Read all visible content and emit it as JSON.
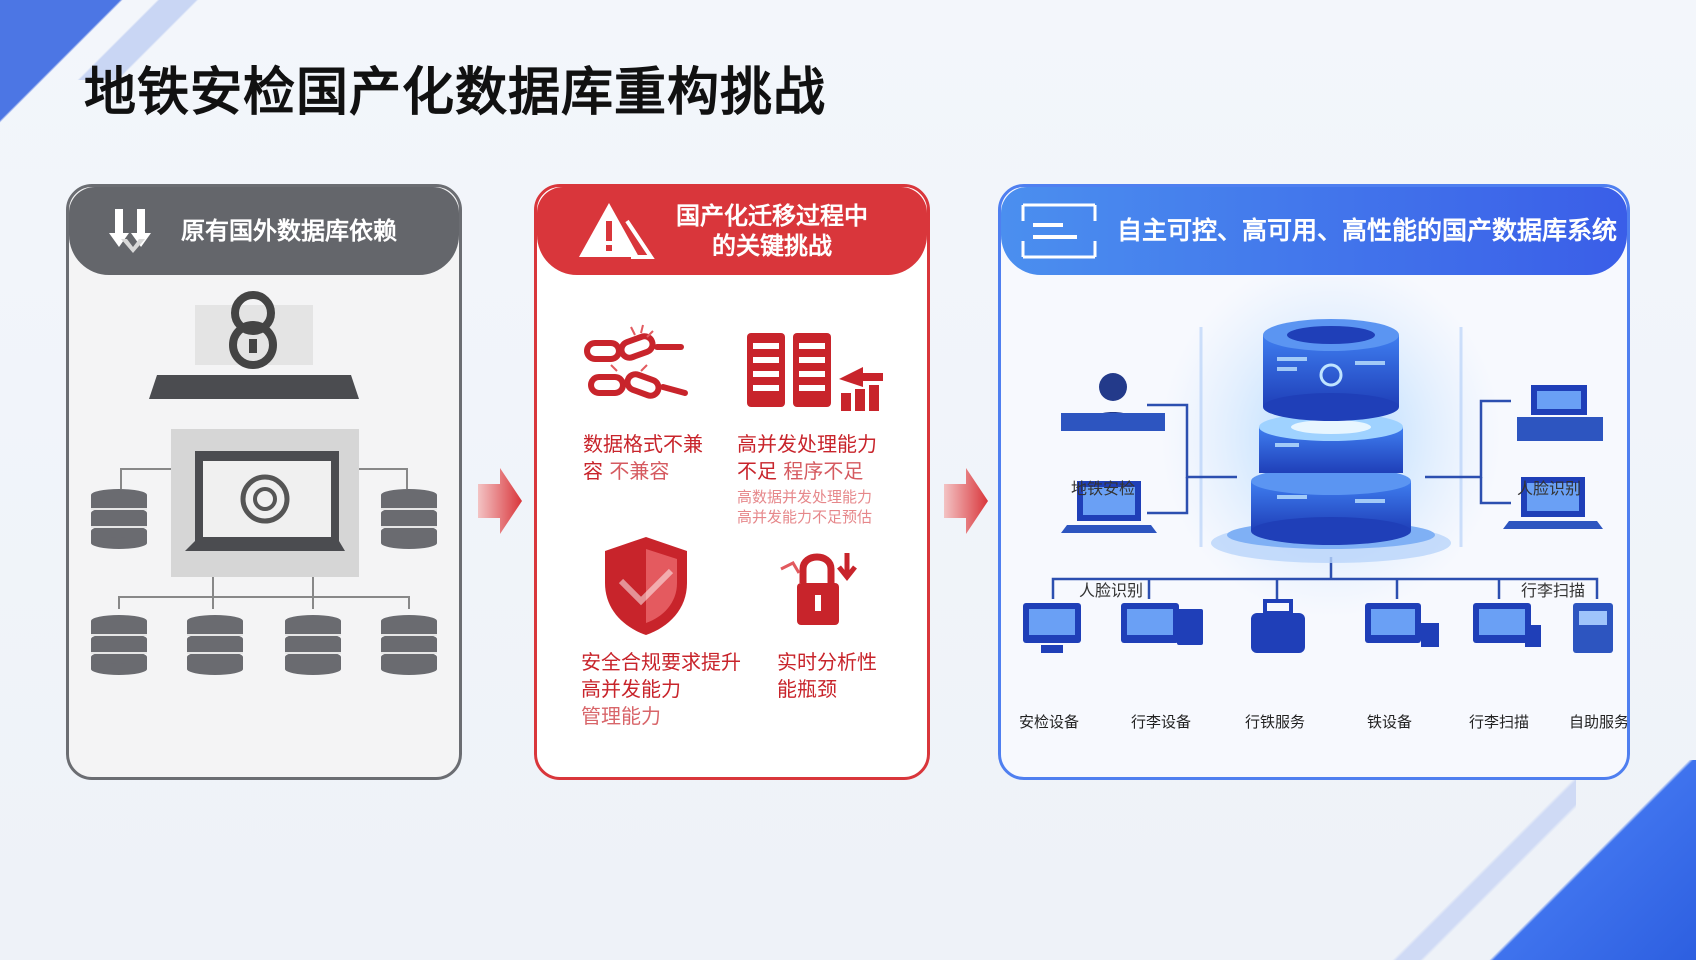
{
  "title": "地铁安检国产化数据库重构挑战",
  "panels": {
    "left": {
      "header": "原有国外数据库依赖"
    },
    "middle": {
      "header_line1": "国产化迁移过程中",
      "header_line2": "的关键挑战",
      "items": [
        {
          "line1": "数据格式不兼",
          "line2": "容",
          "extra": "不兼容"
        },
        {
          "line1": "高并发处理能力",
          "line2": "不足",
          "extra": "程序不足"
        },
        {
          "line1": "安全合规要求提升",
          "line2": "高并发能力",
          "extra": "管理能力"
        },
        {
          "line1": "实时分析性",
          "line2": "能瓶颈"
        }
      ],
      "faded_notes": [
        "高数据并发处理能力",
        "高并发能力不足预估"
      ]
    },
    "right": {
      "header": "自主可控、高可用、高性能的国产数据库系统",
      "side_labels": {
        "top_left": "地铁安检",
        "bottom_left": "人脸识别",
        "top_right": "人脸识别",
        "bottom_right": "行李扫描"
      },
      "devices": [
        "安检设备",
        "行李设备",
        "行铁服务",
        "铁设备",
        "行李扫描",
        "自助服务"
      ]
    }
  },
  "colors": {
    "gray": "#64666b",
    "red": "#d9363b",
    "blue": "#3a5ee8",
    "accent_blue": "#2f5fe0"
  }
}
